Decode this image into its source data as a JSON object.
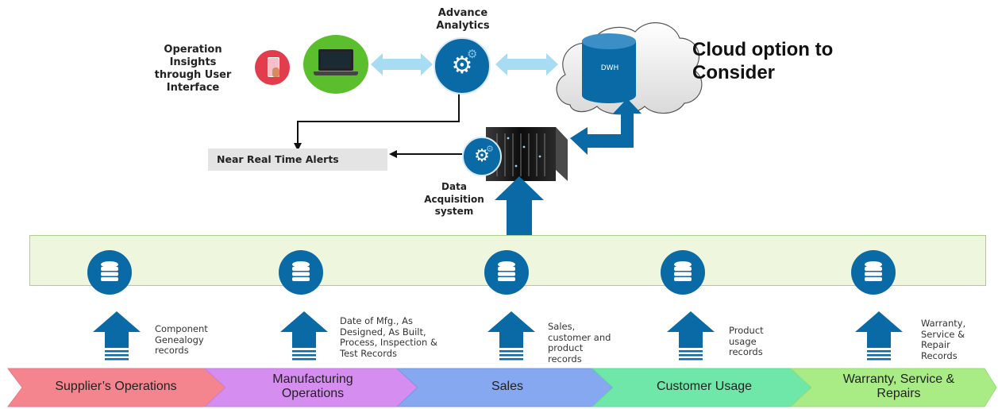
{
  "top": {
    "user_interface_label": "Operation\nInsights\nthrough User\nInterface",
    "analytics_label": "Advance\nAnalytics",
    "cloud_title": "Cloud option to\nConsider",
    "dwh_label": "DWH",
    "alerts_label": "Near Real Time Alerts",
    "acquisition_label": "Data\nAcquisition\nsystem"
  },
  "sources": [
    {
      "label": "Component\nGenealogy\nrecords"
    },
    {
      "label": "Date of Mfg., As\nDesigned, As Built,\nProcess, Inspection &\nTest Records"
    },
    {
      "label": "Sales,\ncustomer and\nproduct\nrecords"
    },
    {
      "label": "Product\nusage\nrecords"
    },
    {
      "label": "Warranty,\nService &\nRepair\nRecords"
    }
  ],
  "processes": [
    {
      "label": "Supplier’s Operations",
      "color": "#f4858f"
    },
    {
      "label": "Manufacturing\nOperations",
      "color": "#d58ef0"
    },
    {
      "label": "Sales",
      "color": "#86a8f0"
    },
    {
      "label": "Customer Usage",
      "color": "#6fe7a8"
    },
    {
      "label": "Warranty, Service &\nRepairs",
      "color": "#a9ec86"
    }
  ],
  "colors": {
    "primary_blue": "#0a6aa6",
    "band_fill": "#eef6dd",
    "band_border": "#a7d28d",
    "arrow_light": "#a8dcf2",
    "alert_bg": "#e4e4e4"
  }
}
